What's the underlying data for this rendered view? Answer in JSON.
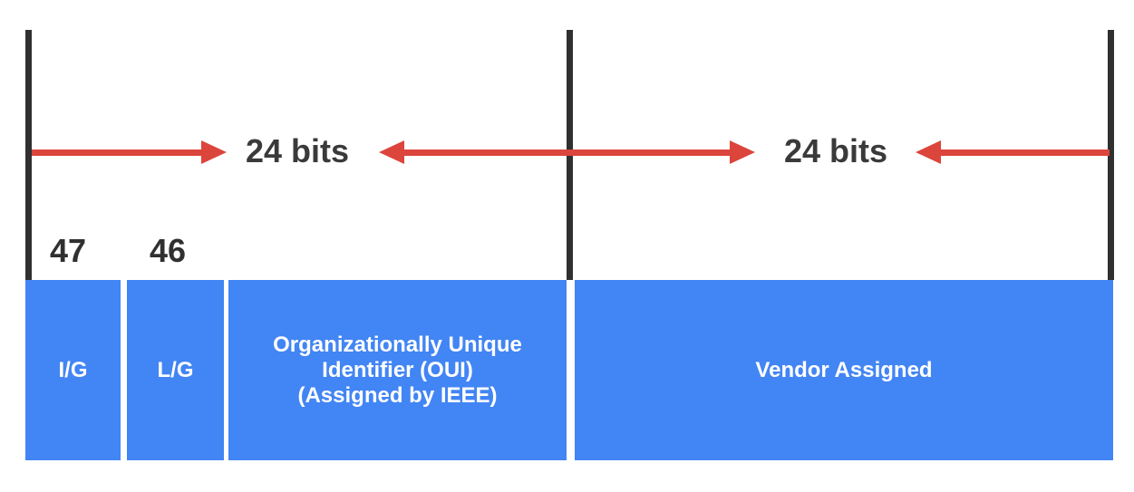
{
  "diagram": {
    "bit_labels": [
      "47",
      "46"
    ],
    "width_labels": [
      "24 bits",
      "24 bits"
    ],
    "fields": [
      {
        "label": "I/G"
      },
      {
        "label": "L/G"
      },
      {
        "label": "Organizationally Unique\nIdentifier (OUI)\n(Assigned by IEEE)"
      },
      {
        "label": "Vendor Assigned"
      }
    ],
    "colors": {
      "field_fill": "#4285F4",
      "field_text": "#FFFFFF",
      "arrow": "#DB453C",
      "boundary_line": "#303030",
      "text_dark": "#3A3A3A"
    }
  }
}
